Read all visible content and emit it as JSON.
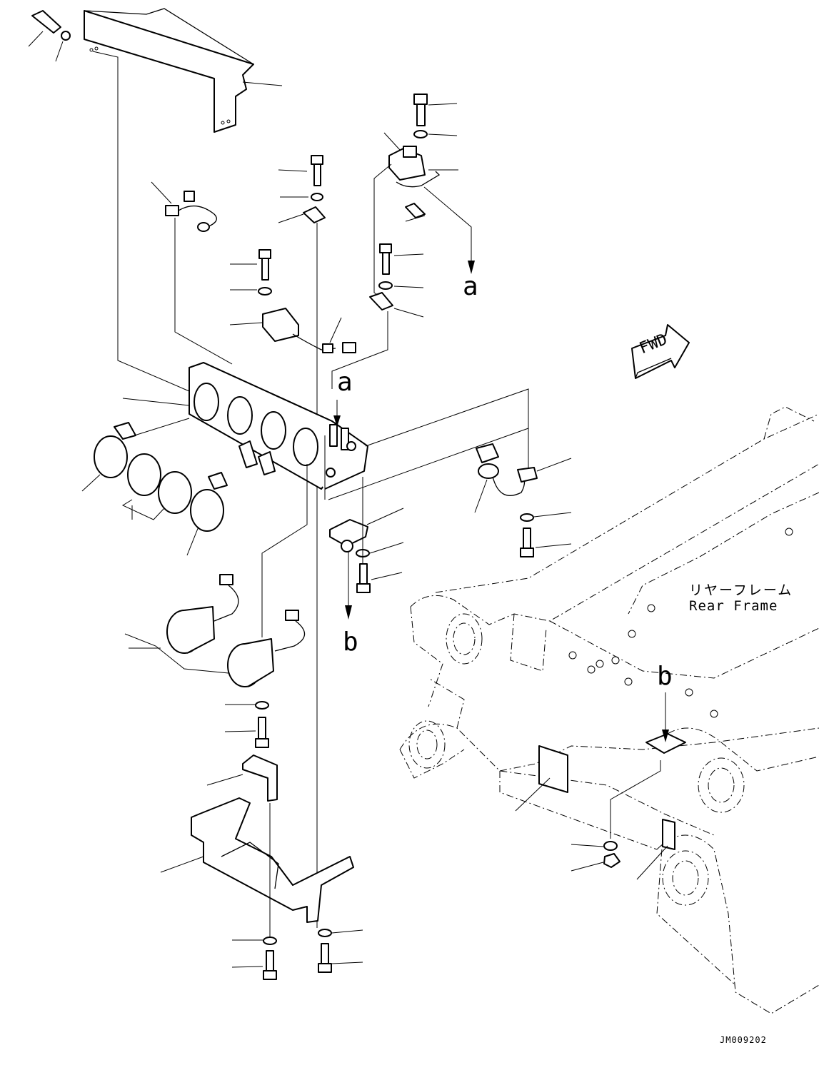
{
  "callouts": {
    "a": "a",
    "b": "b"
  },
  "orientation": {
    "text": "FWD"
  },
  "frame": {
    "label_jp": "リヤーフレーム",
    "label_en": "Rear Frame"
  },
  "drawing_code": "JM009202"
}
